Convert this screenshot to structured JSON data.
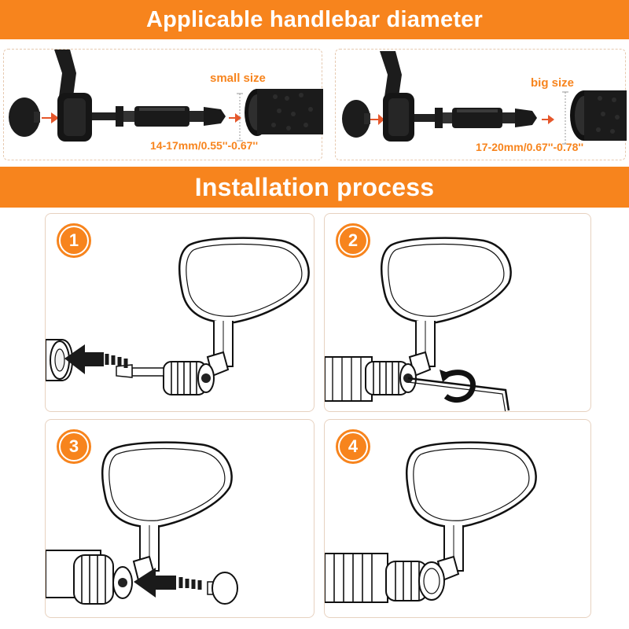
{
  "header": {
    "title": "Applicable handlebar diameter"
  },
  "diameters": {
    "small": {
      "label": "small size",
      "range": "14-17mm/0.55''-0.67''"
    },
    "big": {
      "label": "big size",
      "range": "17-20mm/0.67''-0.78''"
    }
  },
  "installation": {
    "title": "Installation process",
    "steps": [
      {
        "number": "1"
      },
      {
        "number": "2"
      },
      {
        "number": "3"
      },
      {
        "number": "4"
      }
    ]
  },
  "colors": {
    "accent": "#f7841d",
    "arrow": "#e5572b",
    "part": "#1c1c1c"
  }
}
